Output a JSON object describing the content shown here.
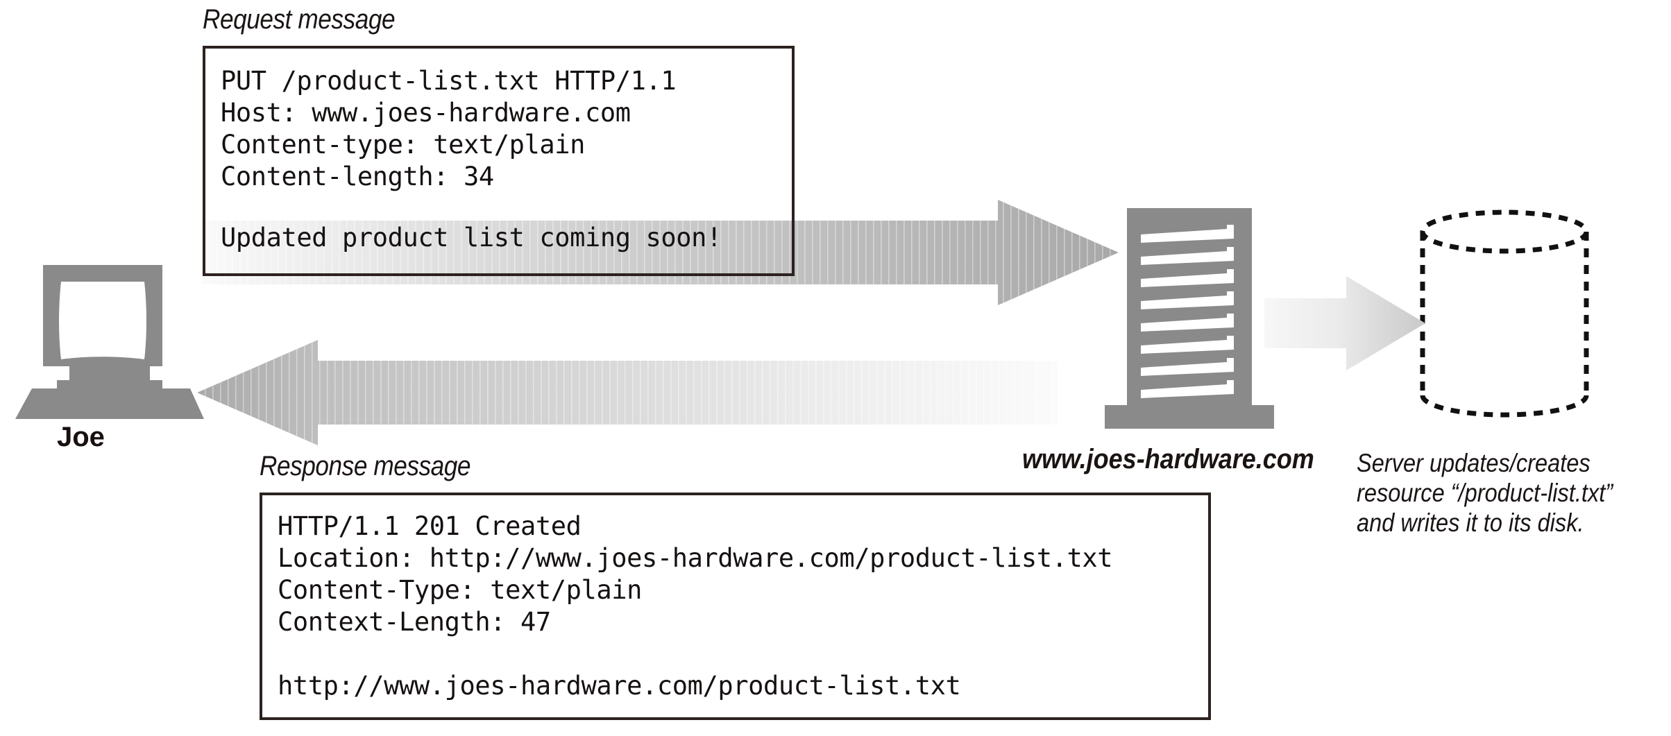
{
  "diagram": {
    "title_request": "Request message",
    "title_response": "Response message",
    "client": {
      "label": "Joe",
      "icon": "desktop-computer-icon"
    },
    "server": {
      "label": "www.joes-hardware.com",
      "icon": "server-tower-icon"
    },
    "storage": {
      "icon": "disk-cylinder-icon",
      "note_line1": "Server updates/creates",
      "note_line2": "resource “/product-list.txt”",
      "note_line3": "and writes it to its disk."
    },
    "request_message": {
      "headers": "PUT /product-list.txt HTTP/1.1\nHost: www.joes-hardware.com\nContent-type: text/plain\nContent-length: 34",
      "body": "Updated product list coming soon!"
    },
    "response_message": {
      "headers": "HTTP/1.1 201 Created\nLocation: http://www.joes-hardware.com/product-list.txt\nContent-Type: text/plain\nContext-Length: 47",
      "body": "http://www.joes-hardware.com/product-list.txt"
    },
    "arrows": {
      "request_arrow": "right-arrow-client-to-server",
      "response_arrow": "left-arrow-server-to-client",
      "write_arrow": "right-arrow-server-to-disk"
    },
    "colors": {
      "icon_gray": "#8a8a8a",
      "arrow_dark": "#a9a9a9",
      "arrow_light": "#f4f4f4",
      "box_border": "#2b2220",
      "text": "#141110",
      "body_band": "#dcdcdc"
    }
  }
}
